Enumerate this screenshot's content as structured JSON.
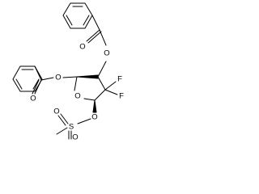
{
  "molecule": {
    "atoms": {
      "o_ester_top_carbonyl": "O",
      "o_ester_top_link": "O",
      "o_ester_left_carbonyl": "O",
      "o_ester_left_link": "O",
      "o_ring": "O",
      "f_1": "F",
      "f_2": "F",
      "o_mesyl_link": "O",
      "s_mesyl": "S",
      "o_mesyl_1": "O",
      "o_mesyl_2": "O"
    }
  }
}
